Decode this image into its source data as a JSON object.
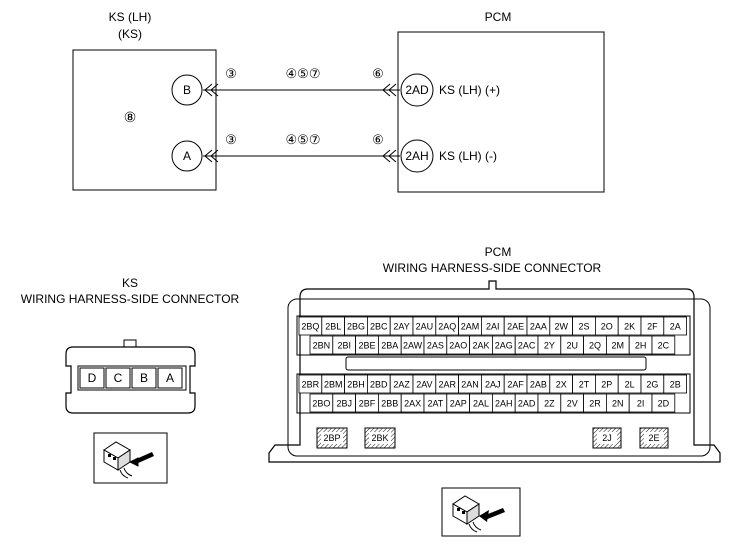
{
  "circuit": {
    "ks_title_1": "KS (LH)",
    "ks_title_2": "(KS)",
    "ks_note": "⑧",
    "pcm_title": "PCM",
    "ks_pins": [
      "B",
      "A"
    ],
    "pcm_pins": [
      "2AD",
      "2AH"
    ],
    "pcm_signals": [
      "KS (LH) (+)",
      "KS (LH) (-)"
    ],
    "wires": [
      {
        "near_ks": "③",
        "middle": "④⑤⑦",
        "near_pcm": "⑥"
      },
      {
        "near_ks": "③",
        "middle": "④⑤⑦",
        "near_pcm": "⑥"
      }
    ]
  },
  "ks_connector": {
    "title_1": "KS",
    "title_2": "WIRING HARNESS-SIDE CONNECTOR",
    "pins": [
      "D",
      "C",
      "B",
      "A"
    ]
  },
  "pcm_connector": {
    "title_1": "PCM",
    "title_2": "WIRING HARNESS-SIDE CONNECTOR",
    "rows": [
      [
        "2BQ",
        "2BL",
        "2BG",
        "2BC",
        "2AY",
        "2AU",
        "2AQ",
        "2AM",
        "2AI",
        "2AE",
        "2AA",
        "2W",
        "2S",
        "2O",
        "2K",
        "2F",
        "2A"
      ],
      [
        "2BN",
        "2BI",
        "2BE",
        "2BA",
        "2AW",
        "2AS",
        "2AO",
        "2AK",
        "2AG",
        "2AC",
        "2Y",
        "2U",
        "2Q",
        "2M",
        "2H",
        "2C"
      ],
      [
        "2BR",
        "2BM",
        "2BH",
        "2BD",
        "2AZ",
        "2AV",
        "2AR",
        "2AN",
        "2AJ",
        "2AF",
        "2AB",
        "2X",
        "2T",
        "2P",
        "2L",
        "2G",
        "2B"
      ],
      [
        "2BO",
        "2BJ",
        "2BF",
        "2BB",
        "2AX",
        "2AT",
        "2AP",
        "2AL",
        "2AH",
        "2AD",
        "2Z",
        "2V",
        "2R",
        "2N",
        "2I",
        "2D"
      ]
    ],
    "bottom_pins": [
      "2BP",
      "2BK",
      "2J",
      "2E"
    ]
  }
}
